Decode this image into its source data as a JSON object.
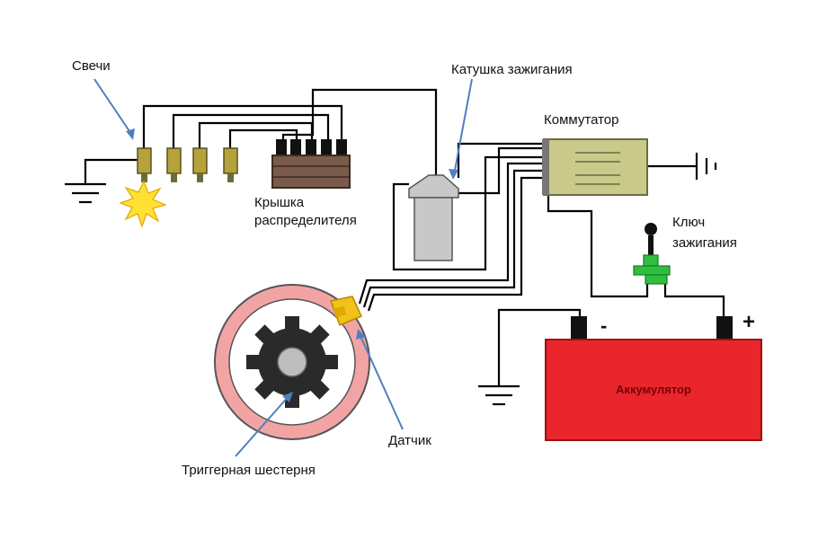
{
  "labels": {
    "spark_plugs": "Свечи",
    "ignition_coil": "Катушка зажигания",
    "commutator": "Коммутатор",
    "distributor_cap_line1": "Крышка",
    "distributor_cap_line2": "распределителя",
    "ignition_key_line1": "Ключ",
    "ignition_key_line2": "зажигания",
    "sensor": "Датчик",
    "trigger_gear": "Триггерная шестерня",
    "battery": "Аккумулятор",
    "battery_minus": "-",
    "battery_plus": "+"
  },
  "colors": {
    "battery": "#e8262b",
    "commutator": "#c9c98a",
    "plug": "#b5a23a",
    "coil": "#c8c8c8",
    "sensor": "#f2c21a",
    "key": "#2fbf3f",
    "ring": "#f2a4a4",
    "arrow": "#4f7fbf",
    "spark": "#ffe033"
  }
}
